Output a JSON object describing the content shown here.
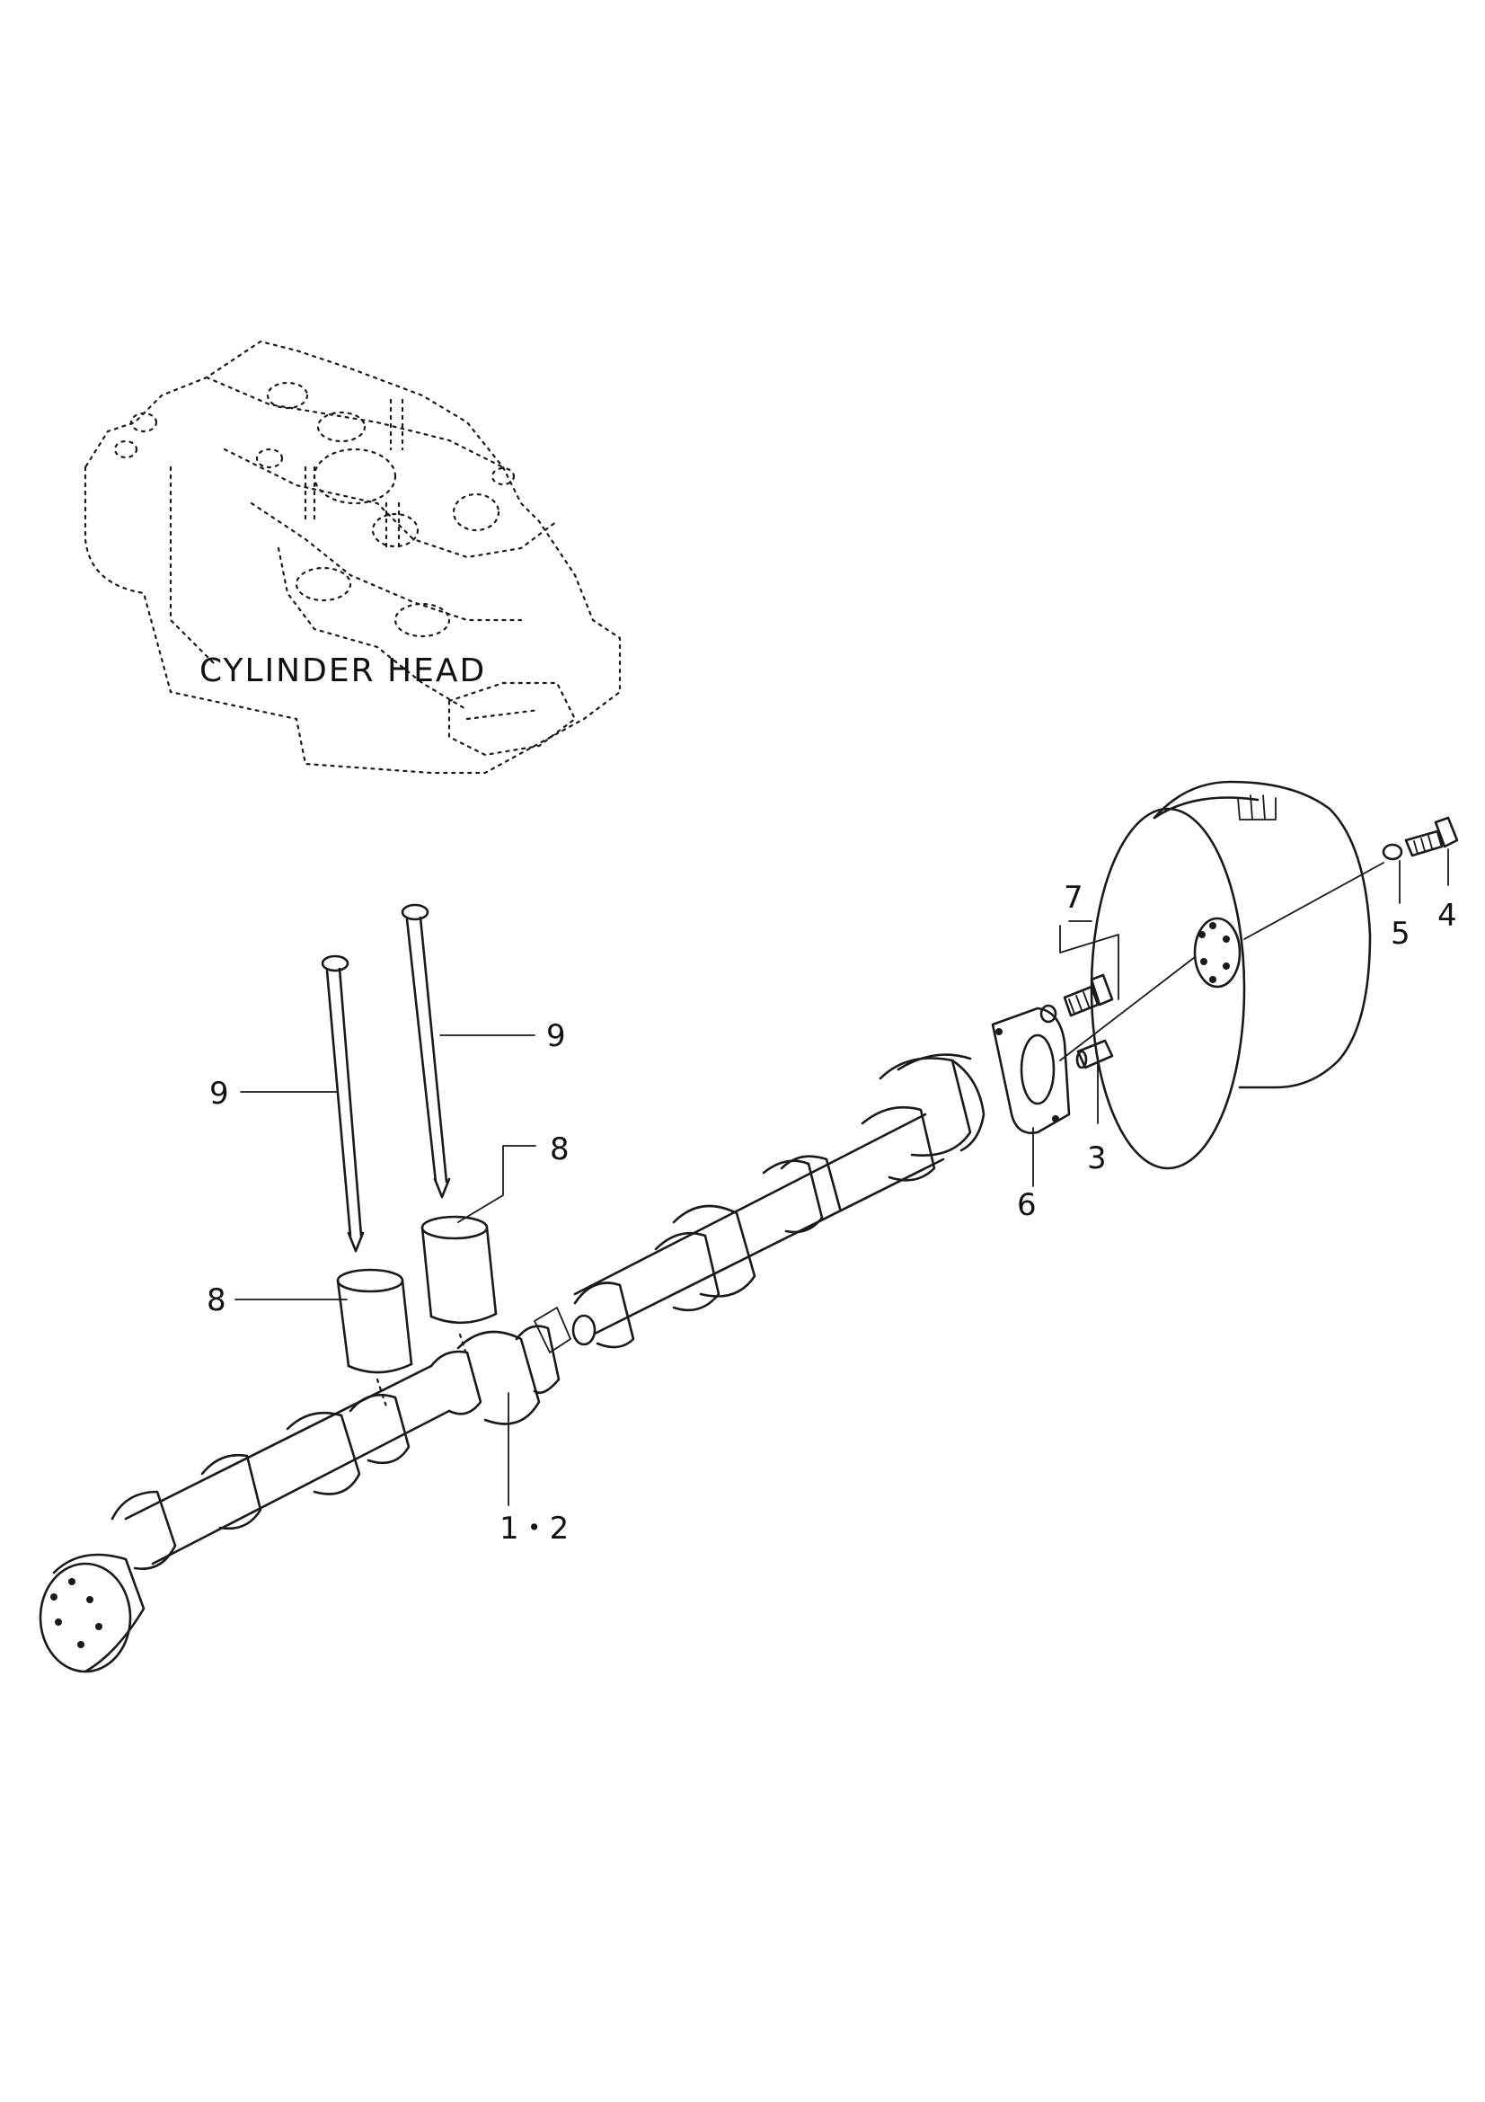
{
  "diagram": {
    "caption": "CYLINDER HEAD",
    "callouts": {
      "c12": "1・2",
      "c3": "3",
      "c4": "4",
      "c5": "5",
      "c6": "6",
      "c7": "7",
      "c8a": "8",
      "c8b": "8",
      "c9a": "9",
      "c9b": "9"
    }
  }
}
